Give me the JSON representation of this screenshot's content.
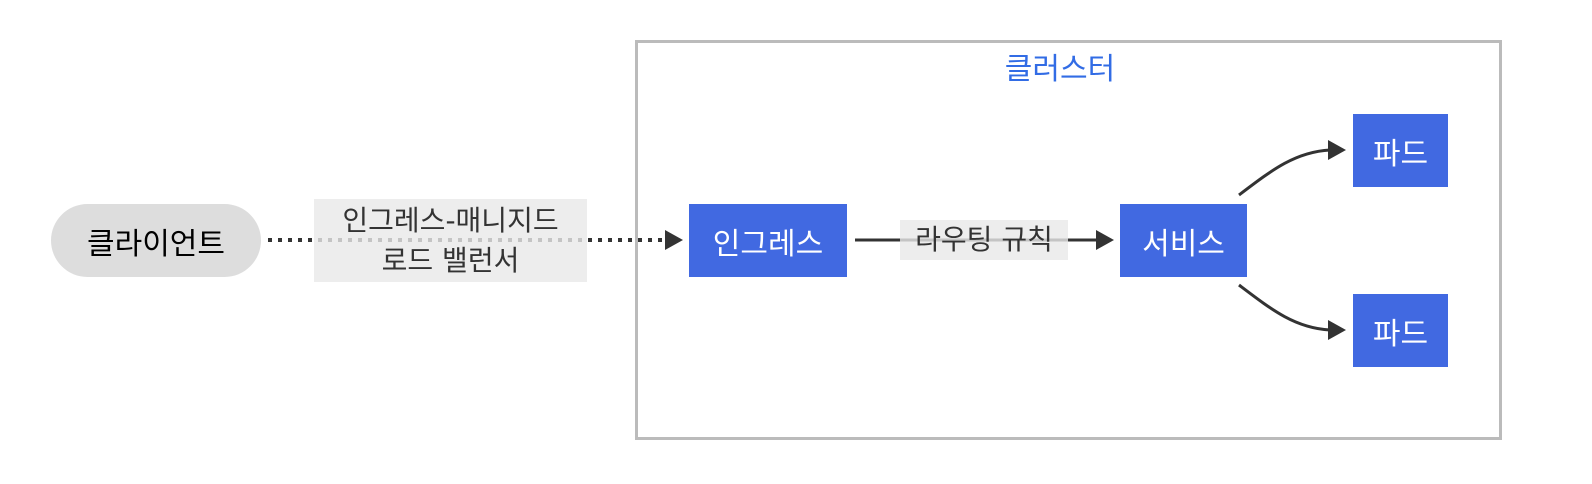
{
  "cluster": {
    "label": "클러스터"
  },
  "nodes": {
    "client": "클라이언트",
    "ingress": "인그레스",
    "service": "서비스",
    "pod_1": "파드",
    "pod_2": "파드"
  },
  "edges": {
    "load_balancer_line1": "인그레스-매니지드",
    "load_balancer_line2": "로드 밸런서",
    "routing_rule": "라우팅 규칙"
  },
  "colors": {
    "node_fill": "#4169e1",
    "client_fill": "#dddddd",
    "cluster_border": "#bbbbbb",
    "cluster_label": "#326ce5",
    "edge_stroke": "#333333"
  }
}
